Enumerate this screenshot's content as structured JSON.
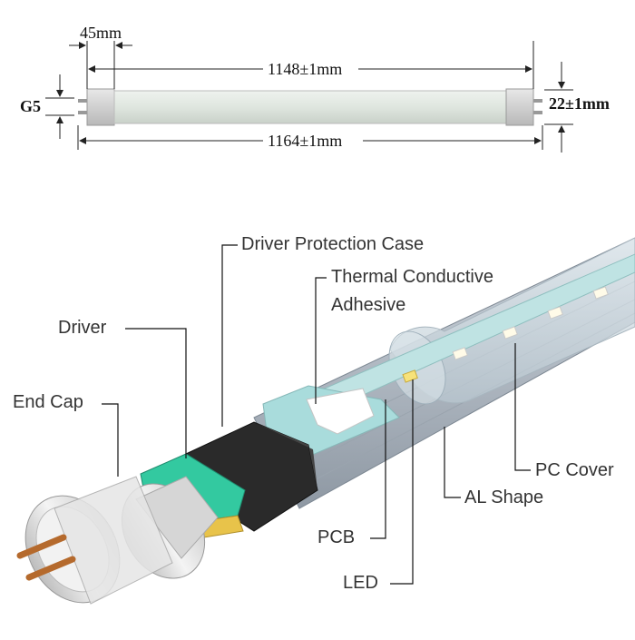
{
  "dimension_drawing": {
    "cap_length": "45mm",
    "body_length": "1148±1mm",
    "total_length": "1164±1mm",
    "pin_type": "G5",
    "diameter": "22±1mm"
  },
  "exploded_view": {
    "labels": {
      "driver_protection_case": "Driver Protection Case",
      "thermal_adhesive_line1": "Thermal Conductive",
      "thermal_adhesive_line2": "Adhesive",
      "driver": "Driver",
      "end_cap": "End Cap",
      "pc_cover": "PC Cover",
      "al_shape": "AL Shape",
      "pcb": "PCB",
      "led": "LED"
    }
  }
}
